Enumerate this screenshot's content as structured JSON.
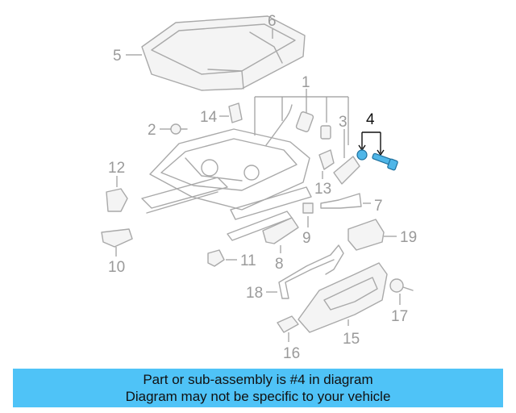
{
  "callouts": {
    "c1": "1",
    "c2": "2",
    "c3": "3",
    "c4": "4",
    "c5": "5",
    "c6": "6",
    "c7": "7",
    "c8": "8",
    "c9": "9",
    "c10": "10",
    "c11": "11",
    "c12": "12",
    "c13": "13",
    "c14": "14",
    "c15": "15",
    "c16": "16",
    "c17": "17",
    "c18": "18",
    "c19": "19"
  },
  "highlighted_part": "4",
  "colors": {
    "highlight": "#4fb6e8",
    "banner": "#4fc3f7",
    "line": "#a9a9a9"
  },
  "banner": {
    "line1": "Part or sub-assembly is #4 in diagram",
    "line2": "Diagram may not be specific to your vehicle"
  }
}
